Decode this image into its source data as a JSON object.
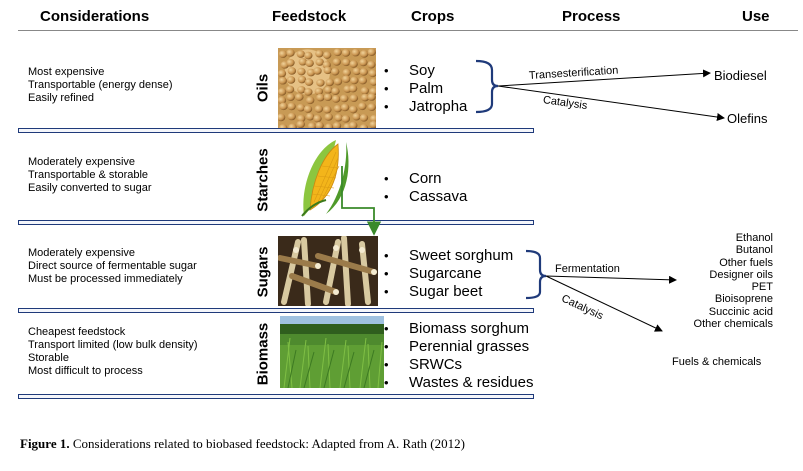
{
  "headers": {
    "considerations": "Considerations",
    "feedstock": "Feedstock",
    "crops": "Crops",
    "process": "Process",
    "use": "Use"
  },
  "rows": [
    {
      "label": "Oils",
      "considerations": [
        "Most expensive",
        "Transportable (energy dense)",
        "Easily refined"
      ],
      "crops": [
        "Soy",
        "Palm",
        "Jatropha"
      ]
    },
    {
      "label": "Starches",
      "considerations": [
        "Moderately expensive",
        "Transportable & storable",
        "Easily converted to sugar"
      ],
      "crops": [
        "Corn",
        "Cassava"
      ]
    },
    {
      "label": "Sugars",
      "considerations": [
        "Moderately expensive",
        "Direct source of fermentable sugar",
        "Must be processed immediately"
      ],
      "crops": [
        "Sweet sorghum",
        "Sugarcane",
        "Sugar beet"
      ]
    },
    {
      "label": "Biomass",
      "considerations": [
        "Cheapest feedstock",
        "Transport limited (low bulk density)",
        "Storable",
        "Most difficult to process"
      ],
      "crops": [
        "Biomass sorghum",
        "Perennial grasses",
        "SRWCs",
        "Wastes & residues"
      ]
    }
  ],
  "processes": {
    "transesterification": "Transesterification",
    "oils_catalysis": "Catalysis",
    "fermentation": "Fermentation",
    "sugars_catalysis": "Catalysis"
  },
  "uses": {
    "biodiesel": "Biodiesel",
    "olefins": "Olefins",
    "sugar_products": [
      "Ethanol",
      "Butanol",
      "Other fuels",
      "Designer oils",
      "PET",
      "Bioisoprene",
      "Succinic acid",
      "Other chemicals"
    ],
    "biomass_products": "Fuels & chemicals"
  },
  "caption": {
    "figure_label": "Figure 1.",
    "text": " Considerations related to biobased feedstock:  Adapted from A. Rath (2012)"
  },
  "colors": {
    "brace": "#1f3a7a",
    "rule_border": "#1f3a7a",
    "corn_arrow": "#3a8a2a",
    "arrow": "#000000"
  }
}
